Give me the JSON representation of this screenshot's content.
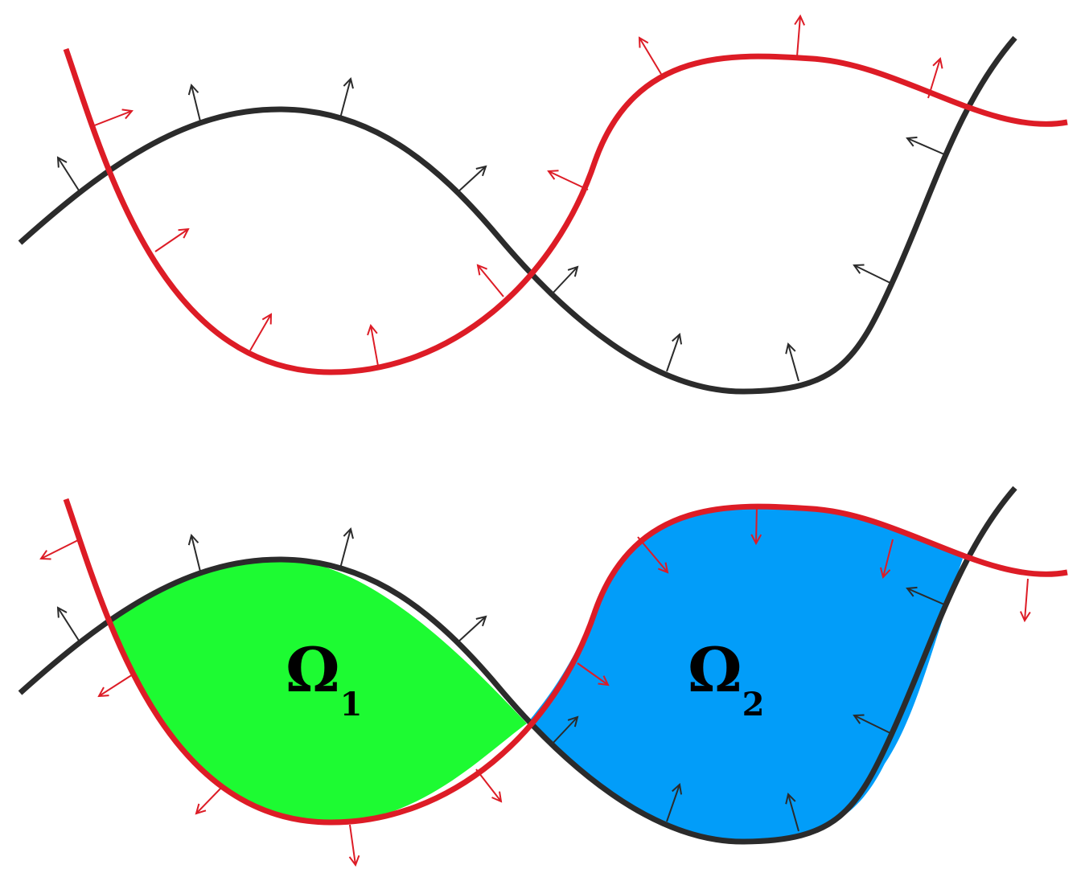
{
  "colors": {
    "black_curve": "#2b2b2b",
    "red_curve": "#dd1c26",
    "region_1_fill": "#1dfb32",
    "region_2_fill": "#029df9",
    "background": "#ffffff"
  },
  "regions": {
    "omega_1": {
      "symbol": "Ω",
      "subscript": "1"
    },
    "omega_2": {
      "symbol": "Ω",
      "subscript": "2"
    }
  }
}
